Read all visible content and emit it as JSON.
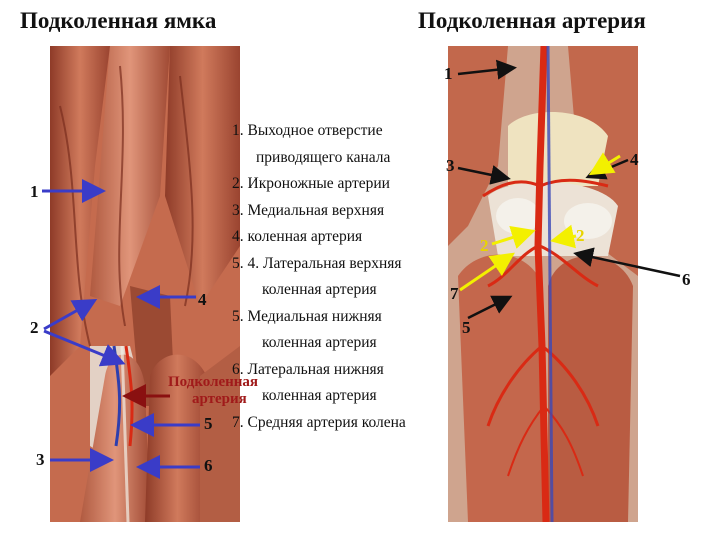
{
  "titles": {
    "left": "Подколенная ямка",
    "right": "Подколенная артерия"
  },
  "legend": [
    "1. Выходное отверстие",
    "приводящего канала",
    "2. Икроножные артерии",
    "3. Медиальная верхняя",
    "4. коленная артерия",
    "5. 4. Латеральная верхняя",
    "коленная артерия",
    "5. Медиальная нижняя",
    "коленная артерия",
    "6. Латеральная нижняя",
    "коленная артерия",
    "7. Средняя артерия колена"
  ],
  "left_figure": {
    "popliteal_label_line1": "Подколенная",
    "popliteal_label_line2": "артерия",
    "markers": [
      "1",
      "2",
      "3",
      "4",
      "5",
      "6"
    ]
  },
  "right_figure": {
    "markers": [
      "1",
      "2",
      "2",
      "3",
      "4",
      "5",
      "6",
      "7"
    ]
  },
  "colors": {
    "muscle": "#c0664a",
    "muscle_dark": "#8e3b28",
    "artery": "#d92a14",
    "tendon": "#e8d7c3",
    "arrow_blue": "#3a3cc8",
    "arrow_black": "#111111",
    "arrow_yellow": "#f3f000",
    "arrow_darkred": "#8a1010"
  }
}
